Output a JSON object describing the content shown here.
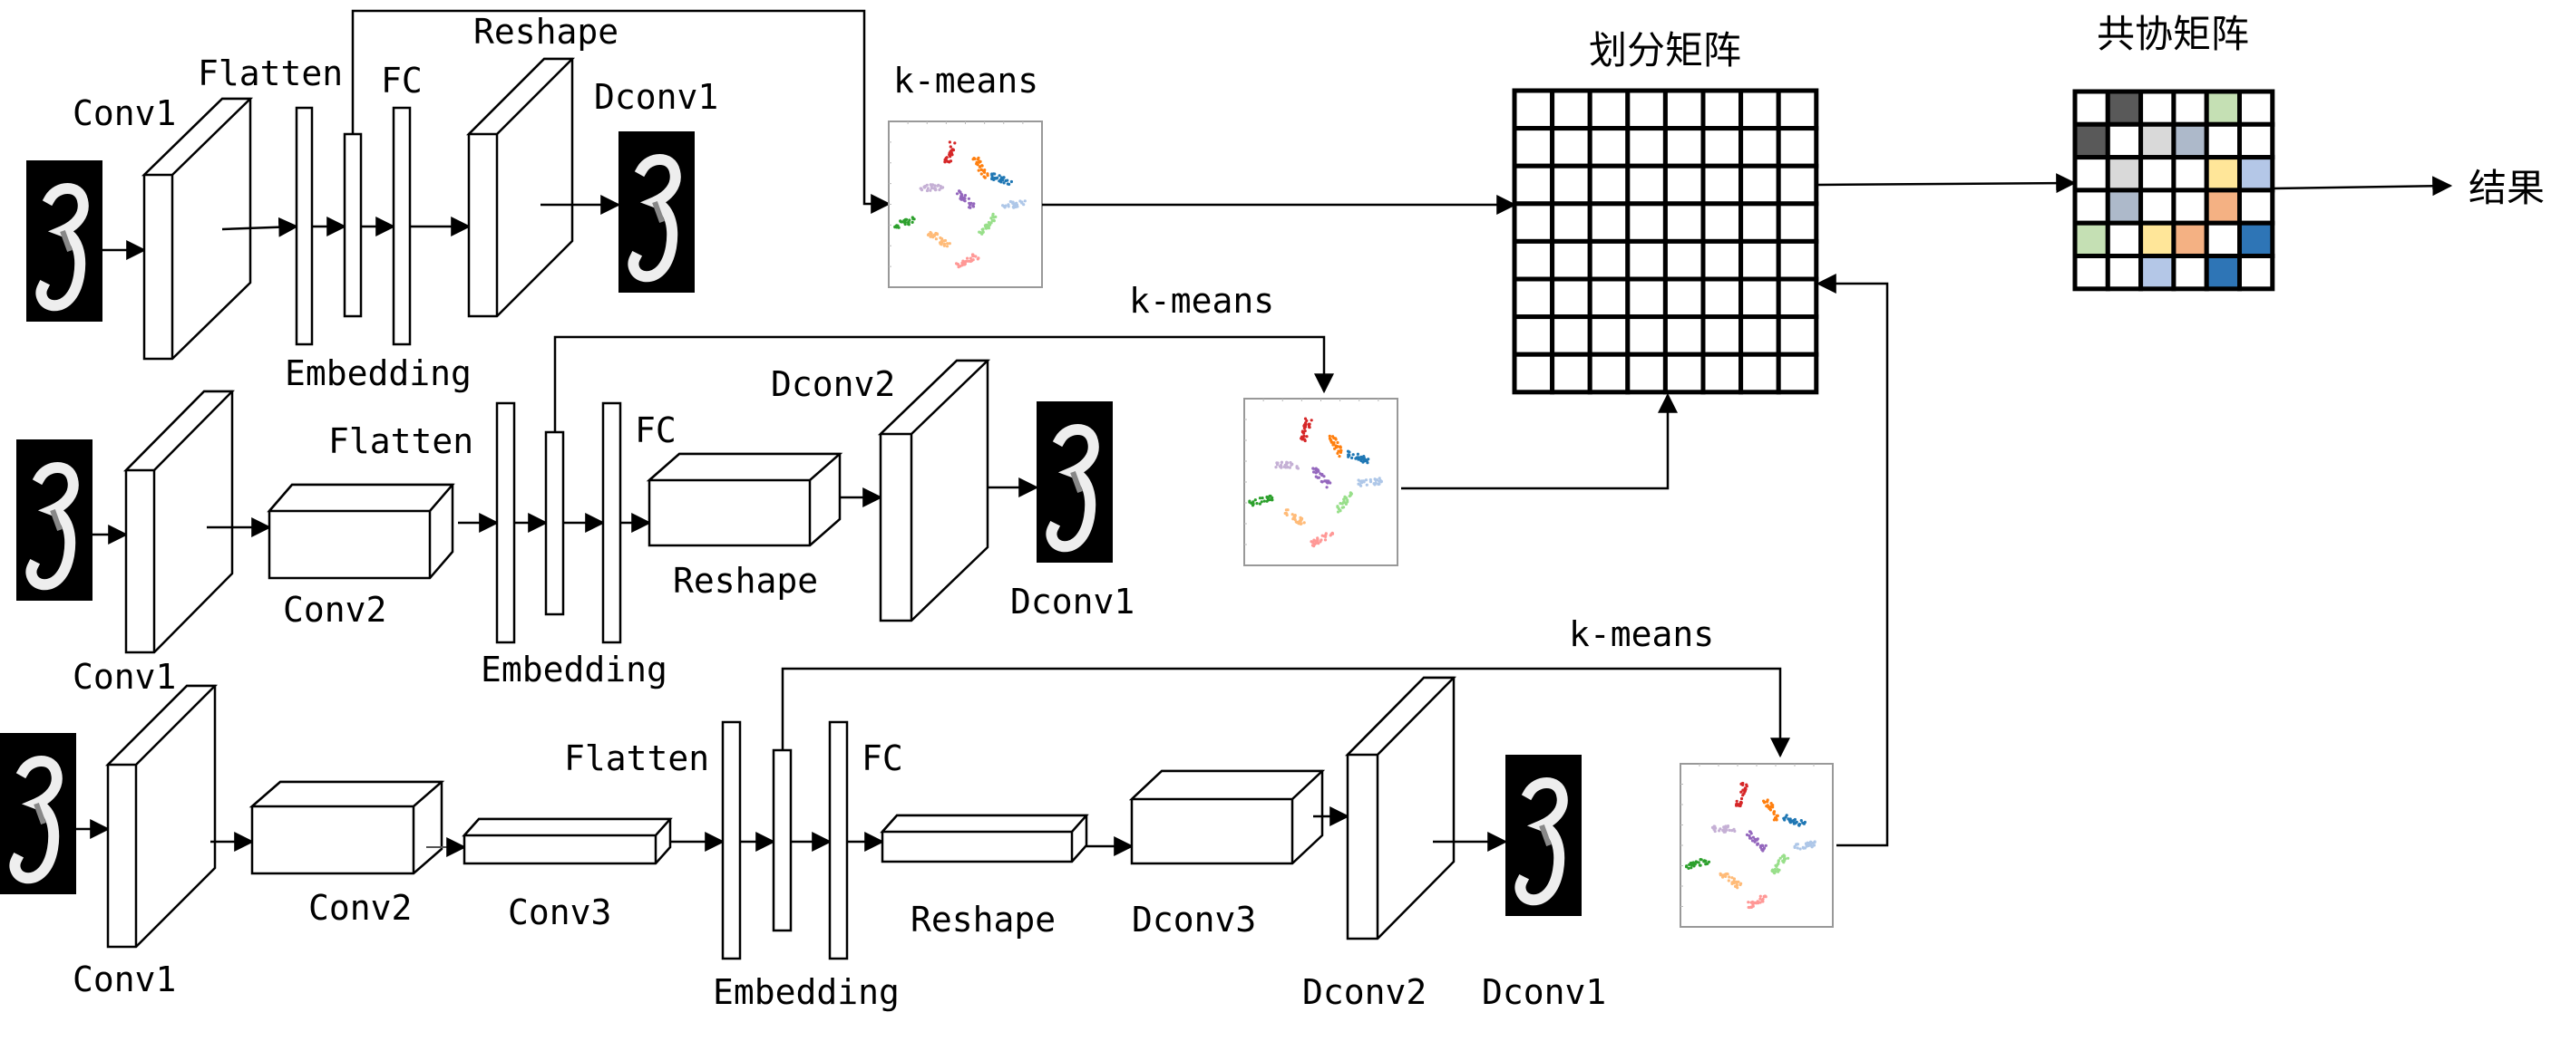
{
  "titles": {
    "partition_matrix": "划分矩阵",
    "coassociation_matrix": "共协矩阵",
    "result": "结果"
  },
  "branches": [
    {
      "id": "branch-1",
      "layers": {
        "input": "input-digit-3",
        "conv1": "Conv1",
        "flatten": "Flatten",
        "embedding": "Embedding",
        "fc": "FC",
        "reshape": "Reshape",
        "dconv1": "Dconv1"
      },
      "cluster_label": "k-means"
    },
    {
      "id": "branch-2",
      "layers": {
        "input": "input-digit-3",
        "conv1": "Conv1",
        "conv2": "Conv2",
        "flatten": "Flatten",
        "embedding": "Embedding",
        "fc": "FC",
        "reshape": "Reshape",
        "dconv2": "Dconv2",
        "dconv1": "Dconv1"
      },
      "cluster_label": "k-means"
    },
    {
      "id": "branch-3",
      "layers": {
        "input": "input-digit-3",
        "conv1": "Conv1",
        "conv2": "Conv2",
        "conv3": "Conv3",
        "flatten": "Flatten",
        "embedding": "Embedding",
        "fc": "FC",
        "reshape": "Reshape",
        "dconv3": "Dconv3",
        "dconv2": "Dconv2",
        "dconv1": "Dconv1"
      },
      "cluster_label": "k-means"
    }
  ],
  "partition_matrix": {
    "rows": 8,
    "cols": 8
  },
  "coassociation_matrix": {
    "rows": 6,
    "cols": 6,
    "palette": {
      "W": "#ffffff",
      "D": "#595959",
      "G": "#c5e0b4",
      "L": "#d9d9d9",
      "S": "#adb9ca",
      "Y": "#ffe699",
      "B": "#b4c7e7",
      "O": "#f4b183",
      "N": "#2e75b6"
    },
    "cells": [
      [
        "W",
        "D",
        "W",
        "W",
        "G",
        "W"
      ],
      [
        "D",
        "W",
        "L",
        "S",
        "W",
        "W"
      ],
      [
        "W",
        "L",
        "W",
        "W",
        "Y",
        "B"
      ],
      [
        "W",
        "S",
        "W",
        "W",
        "O",
        "W"
      ],
      [
        "G",
        "W",
        "Y",
        "O",
        "W",
        "N"
      ],
      [
        "W",
        "W",
        "B",
        "W",
        "N",
        "W"
      ]
    ]
  },
  "scatter_clusters": [
    {
      "name": "red",
      "color": "#d62728",
      "cx": 0.4,
      "cy": 0.19,
      "angle": 75
    },
    {
      "name": "orange",
      "color": "#ff7f0e",
      "cx": 0.6,
      "cy": 0.28,
      "angle": -60
    },
    {
      "name": "blue",
      "color": "#1f77b4",
      "cx": 0.74,
      "cy": 0.35,
      "angle": -20
    },
    {
      "name": "lavender",
      "color": "#c5b0d5",
      "cx": 0.28,
      "cy": 0.4,
      "angle": 0
    },
    {
      "name": "purple",
      "color": "#9467bd",
      "cx": 0.5,
      "cy": 0.47,
      "angle": -45
    },
    {
      "name": "light-blue",
      "color": "#aec7e8",
      "cx": 0.82,
      "cy": 0.5,
      "angle": 5
    },
    {
      "name": "green",
      "color": "#2ca02c",
      "cx": 0.11,
      "cy": 0.61,
      "angle": 15
    },
    {
      "name": "light-green",
      "color": "#98df8a",
      "cx": 0.65,
      "cy": 0.62,
      "angle": 55
    },
    {
      "name": "light-orange",
      "color": "#ffbb78",
      "cx": 0.33,
      "cy": 0.71,
      "angle": -35
    },
    {
      "name": "pink",
      "color": "#ff9896",
      "cx": 0.51,
      "cy": 0.84,
      "angle": 25
    }
  ]
}
